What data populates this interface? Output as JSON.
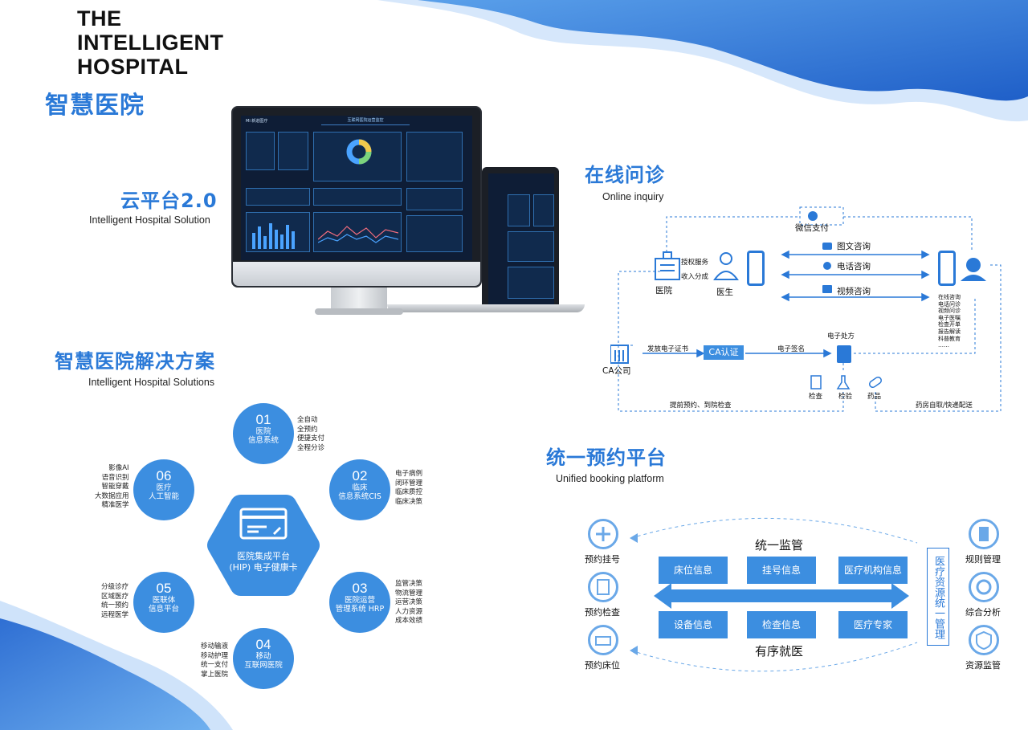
{
  "header": {
    "title_en_lines": [
      "THE",
      "INTELLIGENT",
      "HOSPITAL"
    ],
    "title_cn": "智慧医院"
  },
  "cloud": {
    "title_cn": "云平台2.0",
    "subtitle_en": "Intelligent Hospital Solution",
    "dashboard_title": "互联网医院运营监控",
    "dashboard_logo": "Mi 新进医疗"
  },
  "solutions": {
    "title_cn": "智慧医院解决方案",
    "subtitle_en": "Intelligent Hospital Solutions",
    "center_label": "医院集成平台\n(HIP) 电子健康卡",
    "items": [
      {
        "num": "01",
        "label": "医院\n信息系统",
        "bullets": "全自动\n全预约\n便捷支付\n全程分诊"
      },
      {
        "num": "02",
        "label": "临床\n信息系统CIS",
        "bullets": "电子病例\n闭环管理\n临床质控\n临床决策"
      },
      {
        "num": "03",
        "label": "医院运营\n管理系统 HRP",
        "bullets": "监管决策\n物流管理\n运营决策\n人力资源\n成本效绩"
      },
      {
        "num": "04",
        "label": "移动\n互联网医院",
        "bullets": "移动输液\n移动护理\n统一支付\n掌上医院"
      },
      {
        "num": "05",
        "label": "医联体\n信息平台",
        "bullets": "分级诊疗\n区域医疗\n统一预约\n远程医学"
      },
      {
        "num": "06",
        "label": "医疗\n人工智能",
        "bullets": "影像AI\n语音识别\n智能穿戴\n大数据应用\n精准医学"
      }
    ]
  },
  "online": {
    "title_cn": "在线问诊",
    "subtitle_en": "Online inquiry",
    "wechat_pay": "微信支付",
    "hospital": "医院",
    "authorize": "授权服务",
    "income": "收入分成",
    "doctor": "医生",
    "channels": [
      "图文咨询",
      "电话咨询",
      "视频咨询"
    ],
    "patient_services": "在线咨询\n电话问诊\n视频问诊\n电子医嘱\n检查开单\n报告解读\n科普教育\n……",
    "ca_company": "CA公司",
    "issue_cert": "发放电子证书",
    "ca_auth": "CA认证",
    "e_sign": "电子签名",
    "e_prescription": "电子处方",
    "check": "检查",
    "lab": "检验",
    "drug": "药品",
    "advance_booking": "提前预约、到院检查",
    "pharmacy": "药房自取/快递配送"
  },
  "booking": {
    "title_cn": "统一预约平台",
    "subtitle_en": "Unified booking platform",
    "top_label": "统一监管",
    "bottom_label": "有序就医",
    "boxes_top": [
      "床位信息",
      "挂号信息",
      "医疗机构信息"
    ],
    "boxes_bottom": [
      "设备信息",
      "检查信息",
      "医疗专家"
    ],
    "vertical_label": "医疗资源统一管理",
    "left_items": [
      "预约挂号",
      "预约检查",
      "预约床位"
    ],
    "right_items": [
      "规则管理",
      "综合分析",
      "资源监管"
    ]
  },
  "colors": {
    "accent": "#2a79d7",
    "fill": "#3c8ee0",
    "light": "#6aa8e8"
  }
}
